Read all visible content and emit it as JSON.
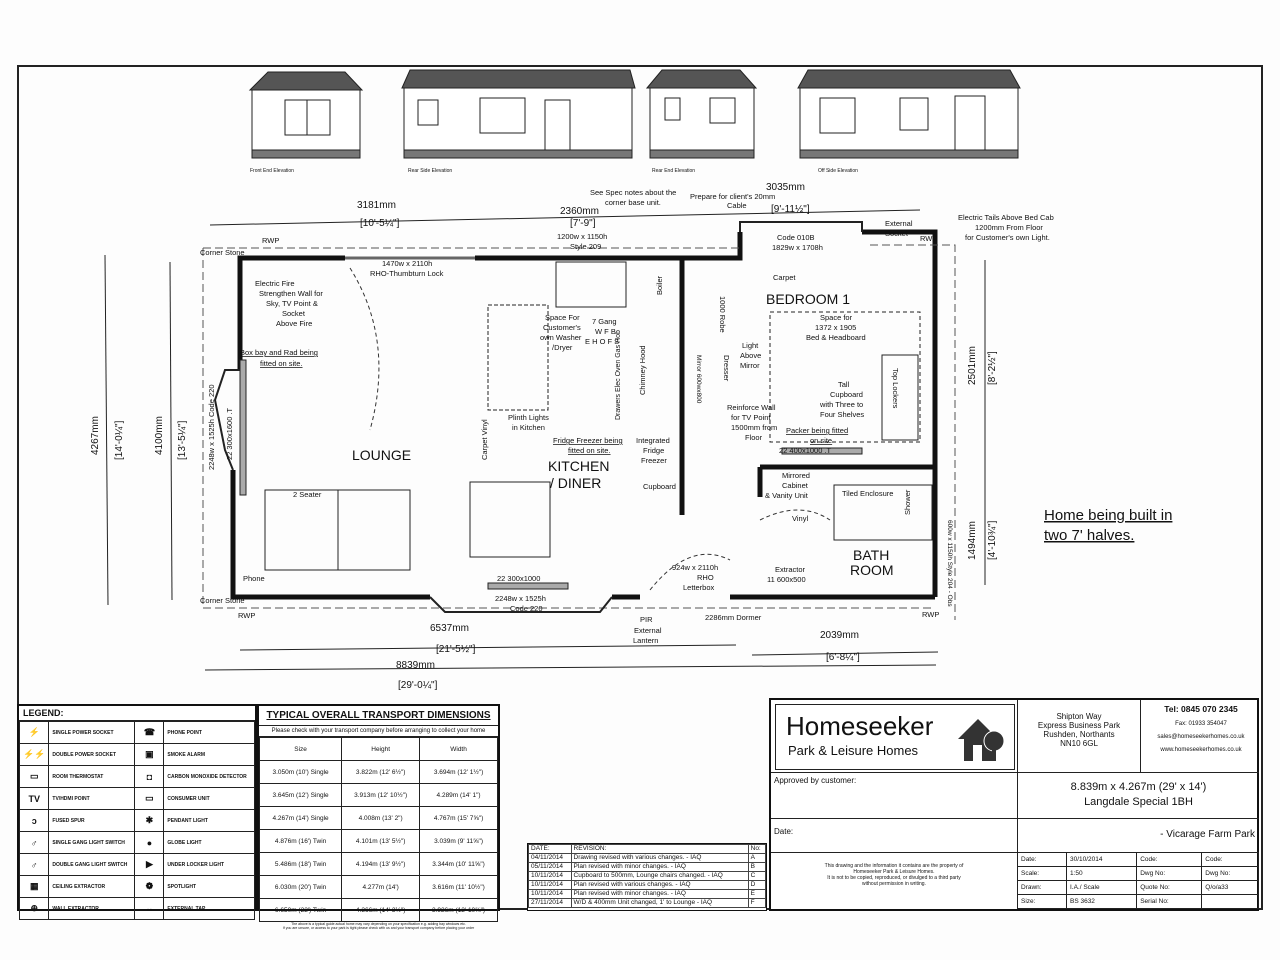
{
  "elevations": [
    "Front End Elevation",
    "Rear Side Elevation",
    "Rear End Elevation",
    "Off Side Elevation"
  ],
  "dimensions": {
    "top1": "3181mm",
    "top1_imp": "[10'-5¼\"]",
    "top2": "2360mm",
    "top2_imp": "[7'-9\"]",
    "top3": "3035mm",
    "top3_imp": "[9'-11½\"]",
    "left_outer": "4267mm",
    "left_outer_imp": "[14'-0¼\"]",
    "left_inner": "4100mm",
    "left_inner_imp": "[13'-5¼\"]",
    "right1": "2501mm",
    "right1_imp": "[8'-2½\"]",
    "right2": "1494mm",
    "right2_imp": "[4'-10¾\"]",
    "bottom1": "6537mm",
    "bottom1_imp": "[21'-5½\"]",
    "bottom2": "2039mm",
    "bottom2_imp": "[6'-8¼\"]",
    "total": "8839mm",
    "total_imp": "[29'-0¼\"]"
  },
  "rooms": {
    "lounge": "LOUNGE",
    "kitchen1": "KITCHEN",
    "kitchen2": "/ DINER",
    "bedroom": "BEDROOM 1",
    "bath1": "BATH",
    "bath2": "ROOM"
  },
  "notes": {
    "corner_stone": "Corner Stone",
    "rwp": "RWP",
    "door1_a": "1470w x 2110h",
    "door1_b": "RHO-Thumbturn Lock",
    "fire1": "Electric Fire",
    "fire2": "Strengthen Wall for",
    "fire3": "Sky, TV Point &",
    "fire4": "Socket",
    "fire5": "Above Fire",
    "bay1": "Box bay and Rad being",
    "bay2": "fitted on site.",
    "rad_left": "22 300x1600 .T",
    "bay_win": "2248w x 1525h Code 220",
    "spec1": "See Spec notes about the",
    "spec2": "corner base unit.",
    "win_k1": "1200w x 1150h",
    "win_k2": "Style 209",
    "prep1": "Prepare for client's 20mm",
    "prep2": "Cable",
    "washer1": "Space For",
    "washer2": "Customer's",
    "washer3": "own Washer",
    "washer4": "/Dryer",
    "gang1": "7 Gang",
    "gang2": "W F B",
    "gang3": "E H O F S",
    "oven": "Drawers Elec Oven Gas Hob",
    "hood": "Chimney Hood",
    "boiler": "Boiler",
    "plinth1": "Plinth Lights",
    "plinth2": "in Kitchen",
    "carpet_vinyl": "Carpet Vinyl",
    "ff1": "Fridge Freezer being",
    "ff2": "fitted on site.",
    "int1": "Integrated",
    "int2": "Fridge",
    "int3": "Freezer",
    "cupboard": "Cupboard",
    "sofa": "2 Seater",
    "phone": "Phone",
    "rad_lounge": "22 300x1000",
    "bay_win2a": "2248w x 1525h",
    "bay_win2b": "Code 220",
    "pir": "PIR",
    "lantern1": "External",
    "lantern2": "Lantern",
    "door2a": "924w x 2110h",
    "door2b": "RHO",
    "door2c": "Letterbox",
    "dormer": "2286mm Dormer",
    "bed_win1": "Code 010B",
    "bed_win2": "1829w x 1708h",
    "ext_socket1": "External",
    "ext_socket2": "Socket",
    "tails1": "Electric Tails Above Bed Cab",
    "tails2": "1200mm From Floor",
    "tails3": "for Customer's own Light.",
    "carpet": "Carpet",
    "robe": "1000 Robe",
    "light1": "Light",
    "light2": "Above",
    "light3": "Mirror",
    "dresser": "Dresser",
    "mirror": "Mirror 600wx800",
    "bedspace1": "Space for",
    "bedspace2": "1372 x 1905",
    "bedspace3": "Bed & Headboard",
    "reinf1": "Reinforce Wall",
    "reinf2": "for TV Point",
    "reinf3": "1500mm from",
    "reinf4": "Floor",
    "tall1": "Tall",
    "tall2": "Cupboard",
    "tall3": "with Three to",
    "tall4": "Four Shelves",
    "lockers": "Top Lockers",
    "packer1": "Packer being fitted",
    "packer2": "on site",
    "rad_bed": "22 400x1000 .T",
    "vanity1": "Mirrored",
    "vanity2": "Cabinet",
    "vanity3": "& Vanity Unit",
    "tiled": "Tiled Enclosure",
    "shower": "Shower",
    "vinyl": "Vinyl",
    "extractor1": "Extractor",
    "extractor2": "11 600x500",
    "bath_win": "600w x 1150h Style 204 - Obs",
    "halves1": "Home being built in",
    "halves2": "two 7' halves."
  },
  "legend": {
    "title": "LEGEND:",
    "items": [
      [
        "SINGLE POWER SOCKET",
        "PHONE POINT"
      ],
      [
        "DOUBLE POWER SOCKET",
        "SMOKE ALARM"
      ],
      [
        "ROOM THERMOSTAT",
        "CARBON MONOXIDE DETECTOR"
      ],
      [
        "TV/HDMI POINT",
        "CONSUMER UNIT"
      ],
      [
        "FUSED SPUR",
        "PENDANT LIGHT"
      ],
      [
        "SINGLE GANG LIGHT SWITCH",
        "GLOBE LIGHT"
      ],
      [
        "DOUBLE GANG LIGHT SWITCH",
        "UNDER LOCKER LIGHT"
      ],
      [
        "CEILING EXTRACTOR",
        "SPOTLIGHT"
      ],
      [
        "WALL EXTRACTOR",
        "EXTERNAL TAP"
      ]
    ]
  },
  "transport": {
    "title": "TYPICAL OVERALL TRANSPORT DIMENSIONS",
    "note": "Please check with your transport company before arranging to collect your home",
    "headers": [
      "Size",
      "Height",
      "Width"
    ],
    "rows": [
      [
        "3.050m (10') Single",
        "3.822m (12' 6½\")",
        "3.694m (12' 1½\")"
      ],
      [
        "3.645m (12') Single",
        "3.913m (12' 10½\")",
        "4.289m (14' 1\")"
      ],
      [
        "4.267m (14') Single",
        "4.008m (13' 2\")",
        "4.767m (15' 7⅝\")"
      ],
      [
        "4.876m (16') Twin",
        "4.101m (13' 5½\")",
        "3.039m (9' 11⅝\")"
      ],
      [
        "5.486m (18') Twin",
        "4.194m (13' 9½\")",
        "3.344m (10' 11⅝\")"
      ],
      [
        "6.030m (20') Twin",
        "4.277m (14')",
        "3.616m (11' 10½\")"
      ],
      [
        "6.650m (22') Twin",
        "4.366m (14' 3½\")",
        "3.926m (12' 10⅝\")"
      ]
    ],
    "footer1": "The above is a typical guide actual home may vary depending on your specification e.g. adding bay windows etc.",
    "footer2": "If you are unsure, or access to your park is tight please check with us and your transport company before placing your order"
  },
  "revisions": {
    "headers": [
      "DATE:",
      "REVISION:",
      "No:"
    ],
    "rows": [
      [
        "04/11/2014",
        "Drawing revised with various changes. - IAQ",
        "A"
      ],
      [
        "05/11/2014",
        "Plan revised with minor changes. - IAQ",
        "B"
      ],
      [
        "10/11/2014",
        "Cupboard to 500mm, Lounge chairs changed. - IAQ",
        "C"
      ],
      [
        "10/11/2014",
        "Plan revised with various changes. - IAQ",
        "D"
      ],
      [
        "10/11/2014",
        "Plan revised with minor changes. - IAQ",
        "E"
      ],
      [
        "27/11/2014",
        "W/D & 400mm Unit changed, 1' to Lounge - IAQ",
        "F"
      ]
    ]
  },
  "title_block": {
    "brand": "Homeseeker",
    "brand_sub": "Park & Leisure Homes",
    "addr": [
      "Shipton Way",
      "Express Business Park",
      "Rushden, Northants",
      "NN10 6GL"
    ],
    "tel": "Tel: 0845 070 2345",
    "fax": "Fax: 01933 354047",
    "email": "sales@homeseekerhomes.co.uk",
    "web": "www.homeseekerhomes.co.uk",
    "approved": "Approved by customer:",
    "date_label": "Date:",
    "size": "8.839m x 4.267m (29' x 14')",
    "model": "Langdale Special 1BH",
    "site": "- Vicarage Farm Park",
    "copyright": [
      "This drawing and the information it contains are the property of",
      "Homeseeker Park & Leisure Homes.",
      "It is not to be copied, reproduced, or divulged to a third party",
      "without permission in writing."
    ],
    "meta": [
      [
        "Date:",
        "30/10/2014",
        "Code:",
        "Code:"
      ],
      [
        "Scale:",
        "1:50",
        "Dwg No:",
        "Dwg No:"
      ],
      [
        "Drawn:",
        "I.A./ Scale",
        "Quote No:",
        "Q/o/a33"
      ],
      [
        "Size:",
        "BS 3632",
        "Serial No:",
        ""
      ]
    ]
  }
}
